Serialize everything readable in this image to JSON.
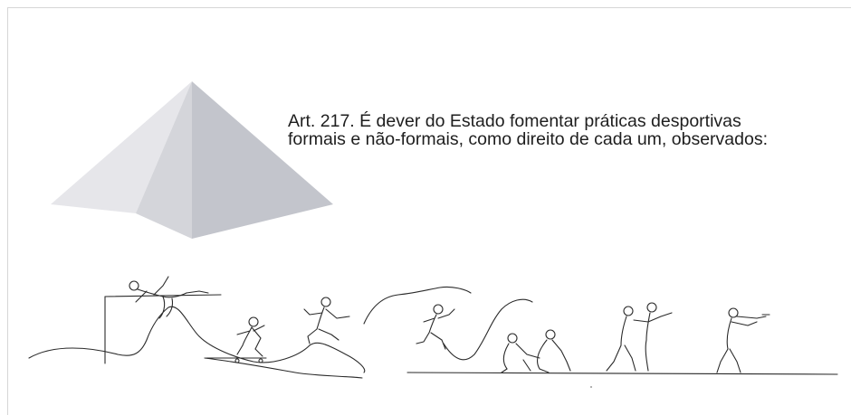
{
  "slide": {
    "article_line_1": "Art. 217. É dever do Estado fomentar práticas desportivas",
    "article_line_2": "formais e não-formais, como direito de cada um, observados:"
  },
  "colors": {
    "background": "#ffffff",
    "text": "#1e1e1e",
    "pyramid_left_face": "#e6e6ea",
    "pyramid_mid_face": "#d4d5da",
    "pyramid_right_face": "#c3c5cc",
    "line_art": "#2a2a2a"
  },
  "illustration": {
    "style": "continuous-line-art",
    "figures": [
      "high-jumper",
      "skateboarder",
      "kicker",
      "runner",
      "wrestlers",
      "ballet-pair",
      "shooter"
    ]
  }
}
